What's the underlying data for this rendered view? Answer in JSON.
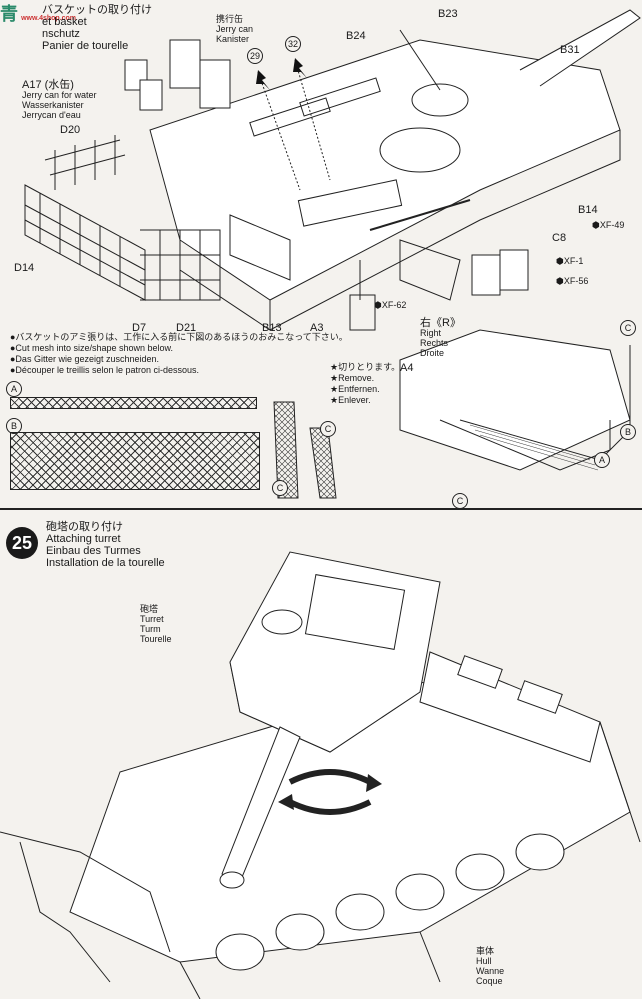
{
  "watermark": {
    "top": "青",
    "sub": "www.4shop.com"
  },
  "step24": {
    "title_ja": "バスケットの取り付け",
    "title_en": "et basket",
    "title_de": "nschutz",
    "title_fr": "Panier de tourelle"
  },
  "jerry_can": {
    "ja": "携行缶",
    "en": "Jerry can",
    "de": "Kanister"
  },
  "a17": {
    "code": "A17 (水缶)",
    "en": "Jerry can for water",
    "de": "Wasserkanister",
    "fr": "Jerrycan d'eau"
  },
  "parts": {
    "d20": "D20",
    "d14": "D14",
    "d7": "D7",
    "d21": "D21",
    "b13": "B13",
    "a3": "A3",
    "a4": "A4",
    "b24": "B24",
    "b23": "B23",
    "b31": "B31",
    "b14": "B14",
    "c8": "C8",
    "p29": "29",
    "p32": "32"
  },
  "paints": {
    "xf49": "XF-49",
    "xf1": "XF-1",
    "xf56": "XF-56",
    "xf62": "XF-62"
  },
  "right": {
    "ja": "右《R》",
    "en": "Right",
    "de": "Rechts",
    "fr": "Droite"
  },
  "instructions": [
    "●バスケットのアミ張りは、工作に入る前に下図のあるほうのおみこなって下さい。",
    "●Cut mesh into size/shape shown below.",
    "●Das Gitter wie gezeigt zuschneiden.",
    "●Découper le treillis selon le patron ci-dessous."
  ],
  "remove": [
    "★切りとります。",
    "★Remove.",
    "★Entfernen.",
    "★Enlever."
  ],
  "markers": {
    "a": "A",
    "b": "B",
    "c": "C"
  },
  "step25": {
    "number": "25",
    "title_ja": "砲塔の取り付け",
    "title_en": "Attaching turret",
    "title_de": "Einbau des Turmes",
    "title_fr": "Installation de la tourelle"
  },
  "turret": {
    "ja": "砲塔",
    "en": "Turret",
    "de": "Turm",
    "fr": "Tourelle"
  },
  "hull": {
    "ja": "車体",
    "en": "Hull",
    "de": "Wanne",
    "fr": "Coque"
  }
}
